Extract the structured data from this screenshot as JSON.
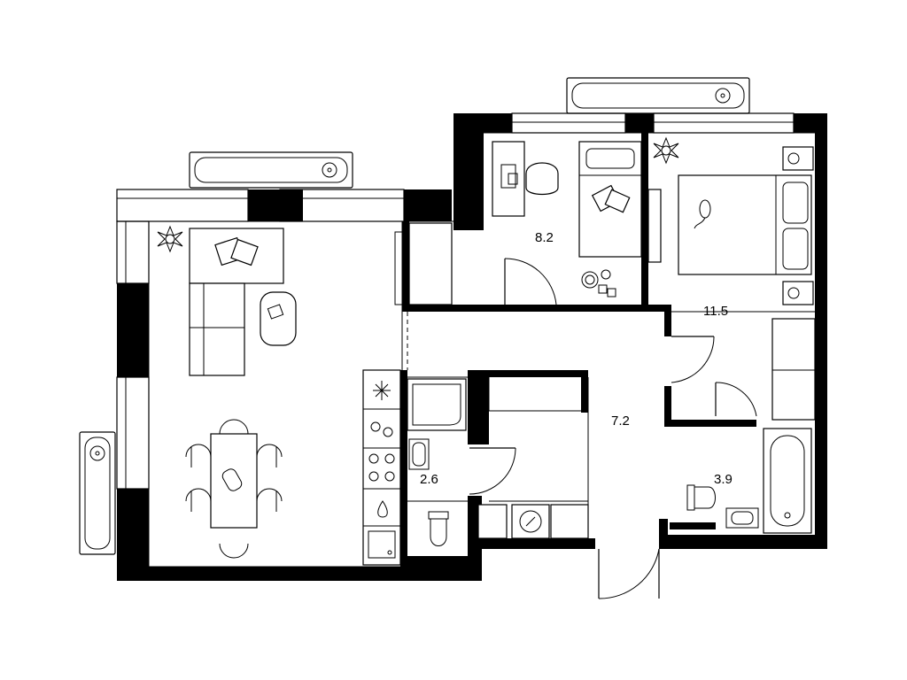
{
  "rooms": [
    {
      "id": "bedroom-small",
      "area": "8.2"
    },
    {
      "id": "bedroom-large",
      "area": "11.5"
    },
    {
      "id": "hallway",
      "area": "7.2"
    },
    {
      "id": "bathroom-left",
      "area": "2.6"
    },
    {
      "id": "bathroom-right",
      "area": "3.9"
    }
  ],
  "colors": {
    "walls": "#000000",
    "background": "#ffffff"
  },
  "icons": [
    "plant-icon",
    "chair-icon",
    "bed-icon",
    "pillow-icon",
    "sofa-icon",
    "table-icon",
    "stove-icon",
    "fridge-icon",
    "sink-icon",
    "toilet-icon",
    "bathtub-icon",
    "shower-icon",
    "washer-icon",
    "fan-icon",
    "door-icon",
    "window-icon",
    "desk-icon",
    "toys-icon"
  ]
}
